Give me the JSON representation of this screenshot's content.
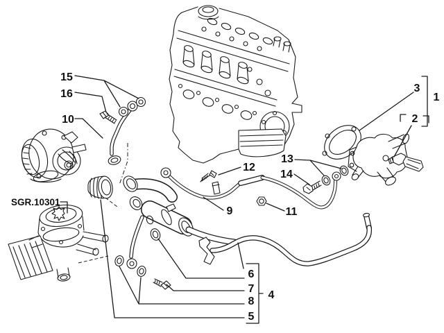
{
  "reference": {
    "code": "SGR.10301"
  },
  "callouts": {
    "c1": {
      "label": "1"
    },
    "c2": {
      "label": "2"
    },
    "c3": {
      "label": "3"
    },
    "c4": {
      "label": "4"
    },
    "c5": {
      "label": "5"
    },
    "c6": {
      "label": "6"
    },
    "c7": {
      "label": "7"
    },
    "c8": {
      "label": "8"
    },
    "c9": {
      "label": "9"
    },
    "c10": {
      "label": "10"
    },
    "c11": {
      "label": "11"
    },
    "c12": {
      "label": "12"
    },
    "c13": {
      "label": "13"
    },
    "c14": {
      "label": "14"
    },
    "c15": {
      "label": "15"
    },
    "c16": {
      "label": "16"
    }
  },
  "colors": {
    "line": "#1a1a1a",
    "background": "#ffffff"
  }
}
